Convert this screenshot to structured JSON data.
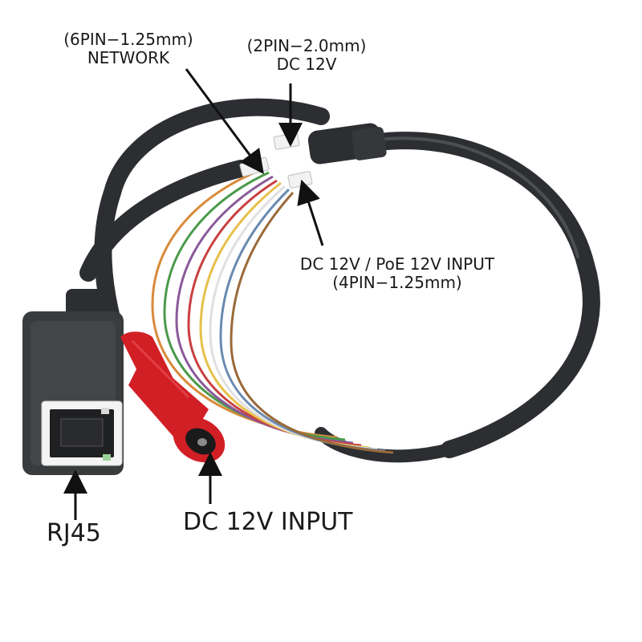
{
  "labels": {
    "network_pin": "(6PIN−1.25mm)",
    "network": "NETWORK",
    "dc_pin": "(2PIN−2.0mm)",
    "dc_12v": "DC 12V",
    "poe_input": "DC 12V / PoE 12V INPUT",
    "poe_pin": "(4PIN−1.25mm)",
    "rj45": "RJ45",
    "dc_input": "DC 12V INPUT"
  },
  "colors": {
    "background": "#ffffff",
    "cable": "#2c2e31",
    "cable_highlight": "#5a5d61",
    "rj45_housing": "#3a3b3d",
    "dc_jack_red": "#d21f26",
    "connector_white": "#f2f2f2",
    "arrow": "#111111",
    "text": "#1a1a1a"
  },
  "wire_colors": [
    "#d98a3a",
    "#4a9a4a",
    "#8a5a9a",
    "#c94040",
    "#e6c04a",
    "#e0e0e0",
    "#6a8ab0",
    "#9a6a3a"
  ]
}
